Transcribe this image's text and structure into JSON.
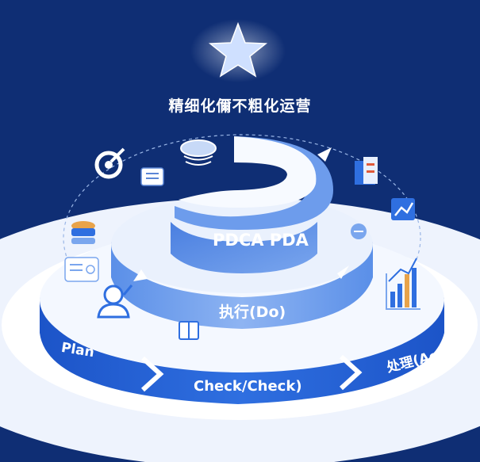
{
  "title": "精细化儞不粗化运营",
  "center_label": "PDCA PDA",
  "do_label": "执行(Do)",
  "plan_label": "Plan",
  "check_label": "Check/Check)",
  "act_label": "处理(Act)",
  "icons": [
    "star-icon",
    "target-icon",
    "document-icon",
    "cloud-icon",
    "chart-icon",
    "trend-icon",
    "database-icon",
    "form-icon",
    "person-icon",
    "link-icon",
    "bar-chart-icon",
    "box-icon"
  ],
  "colors": {
    "background": "#0d2a6b",
    "accent": "#2f6fe0",
    "light": "#e8f0ff"
  }
}
